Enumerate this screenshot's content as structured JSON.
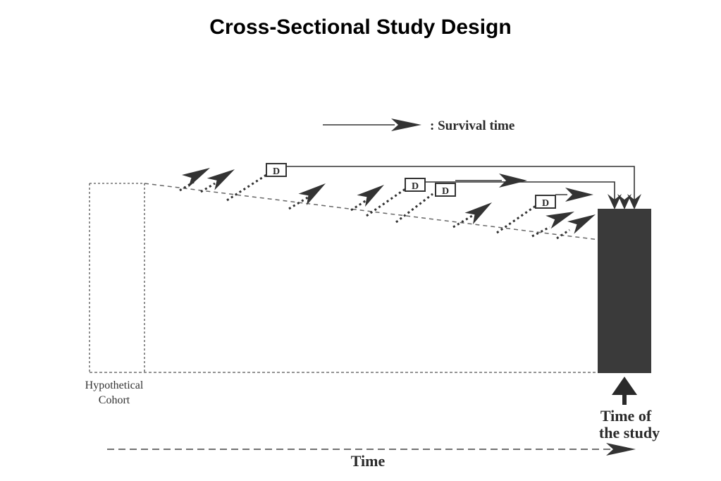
{
  "title": "Cross-Sectional Study Design",
  "legend": {
    "label": ": Survival time"
  },
  "labels": {
    "cohort_line1": "Hypothetical",
    "cohort_line2": "Cohort",
    "study_line1": "Time of",
    "study_line2": "the study",
    "time_axis": "Time"
  },
  "death_marker": "D",
  "colors": {
    "ink": "#333333",
    "bar": "#3a3a3a"
  }
}
